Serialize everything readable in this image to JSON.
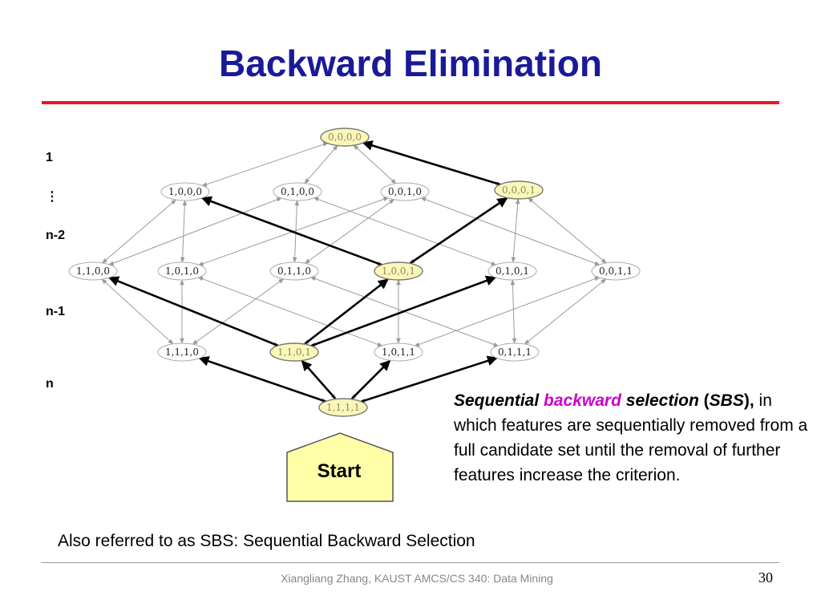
{
  "slide": {
    "title": "Backward Elimination",
    "levels": [
      "1",
      "⋮",
      "n-2",
      "n-1",
      "n"
    ],
    "start_label": "Start",
    "description": {
      "term_1": "Sequential",
      "term_highlight": "backward",
      "term_2": "selection",
      "open_paren": "(",
      "abbr": "SBS",
      "close_paren": "),",
      "body": "in which features are sequentially removed from a full candidate set until the removal of further features increase the criterion."
    },
    "also": "Also referred to as SBS: Sequential Backward Selection",
    "footer": "Xiangliang Zhang, KAUST AMCS/CS 340: Data Mining",
    "page_number": "30"
  },
  "diagram": {
    "colors": {
      "highlight_fill": "#fbf7b8",
      "highlight_text": "#8a8a6a",
      "normal_text": "#222222",
      "thin_edge": "#9a9a9a",
      "bold_edge": "#000000",
      "start_fill": "#ffffa8"
    },
    "nodes": [
      {
        "id": "0000",
        "label": "0,0,0,0",
        "highlighted": true
      },
      {
        "id": "1000",
        "label": "1,0,0,0",
        "highlighted": false
      },
      {
        "id": "0100",
        "label": "0,1,0,0",
        "highlighted": false
      },
      {
        "id": "0010",
        "label": "0,0,1,0",
        "highlighted": false
      },
      {
        "id": "0001",
        "label": "0,0,0,1",
        "highlighted": true
      },
      {
        "id": "1100",
        "label": "1,1,0,0",
        "highlighted": false
      },
      {
        "id": "1010",
        "label": "1,0,1,0",
        "highlighted": false
      },
      {
        "id": "0110",
        "label": "0,1,1,0",
        "highlighted": false
      },
      {
        "id": "1001",
        "label": "1,0,0,1",
        "highlighted": true
      },
      {
        "id": "0101",
        "label": "0,1,0,1",
        "highlighted": false
      },
      {
        "id": "0011",
        "label": "0,0,1,1",
        "highlighted": false
      },
      {
        "id": "1110",
        "label": "1,1,1,0",
        "highlighted": false
      },
      {
        "id": "1101",
        "label": "1,1,0,1",
        "highlighted": true
      },
      {
        "id": "1011",
        "label": "1,0,1,1",
        "highlighted": false
      },
      {
        "id": "0111",
        "label": "0,1,1,1",
        "highlighted": false
      },
      {
        "id": "1111",
        "label": "1,1,1,1",
        "highlighted": true
      }
    ],
    "bold_path": [
      {
        "from": "1111",
        "to": "1110"
      },
      {
        "from": "1111",
        "to": "1101"
      },
      {
        "from": "1111",
        "to": "1011"
      },
      {
        "from": "1111",
        "to": "0111"
      },
      {
        "from": "1101",
        "to": "1100"
      },
      {
        "from": "1101",
        "to": "1001"
      },
      {
        "from": "1101",
        "to": "0101"
      },
      {
        "from": "1001",
        "to": "1000"
      },
      {
        "from": "1001",
        "to": "0001"
      },
      {
        "from": "0001",
        "to": "0000"
      }
    ]
  }
}
